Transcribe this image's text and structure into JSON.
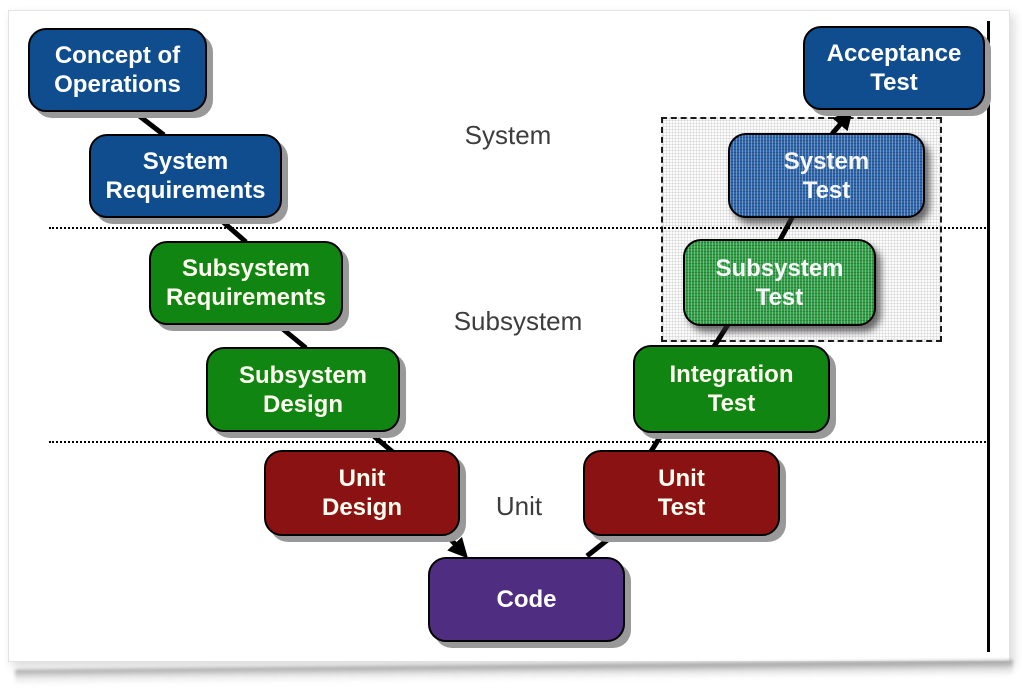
{
  "diagram": {
    "boxes": [
      {
        "line1": "Concept of",
        "line2": "Operations",
        "color": "#0f4d8f",
        "text_color": "#ffffff"
      },
      {
        "line1": "System",
        "line2": "Requirements",
        "color": "#0f4d8f",
        "text_color": "#ffffff"
      },
      {
        "line1": "Subsystem",
        "line2": "Requirements",
        "color": "#118511",
        "text_color": "#fffdf0"
      },
      {
        "line1": "Subsystem",
        "line2": "Design",
        "color": "#118511",
        "text_color": "#fffdf0"
      },
      {
        "line1": "Unit",
        "line2": "Design",
        "color": "#8b1212",
        "text_color": "#fffdf0"
      },
      {
        "line1": "Code",
        "color": "#4f2d80",
        "text_color": "#ffffff"
      },
      {
        "line1": "Unit",
        "line2": "Test",
        "color": "#8b1212",
        "text_color": "#fffdf0"
      },
      {
        "line1": "Integration",
        "line2": "Test",
        "color": "#118511",
        "text_color": "#fffdf0"
      },
      {
        "line1": "Subsystem",
        "line2": "Test",
        "color": "#2fa045",
        "text_color": "#f7f7f7",
        "textured": true
      },
      {
        "line1": "System",
        "line2": "Test",
        "color": "#2e67ae",
        "text_color": "#f7f7f7",
        "textured": true
      },
      {
        "line1": "Acceptance",
        "line2": "Test",
        "color": "#0f4d8f",
        "text_color": "#ffffff"
      }
    ],
    "level_labels": [
      {
        "label": "System"
      },
      {
        "label": "Subsystem"
      },
      {
        "label": "Unit"
      }
    ],
    "label_color": "#3d3d3d",
    "connector_color": "#000000",
    "box_shadow_color": "#999999",
    "marquee_border_color": "#1a1a1a"
  }
}
